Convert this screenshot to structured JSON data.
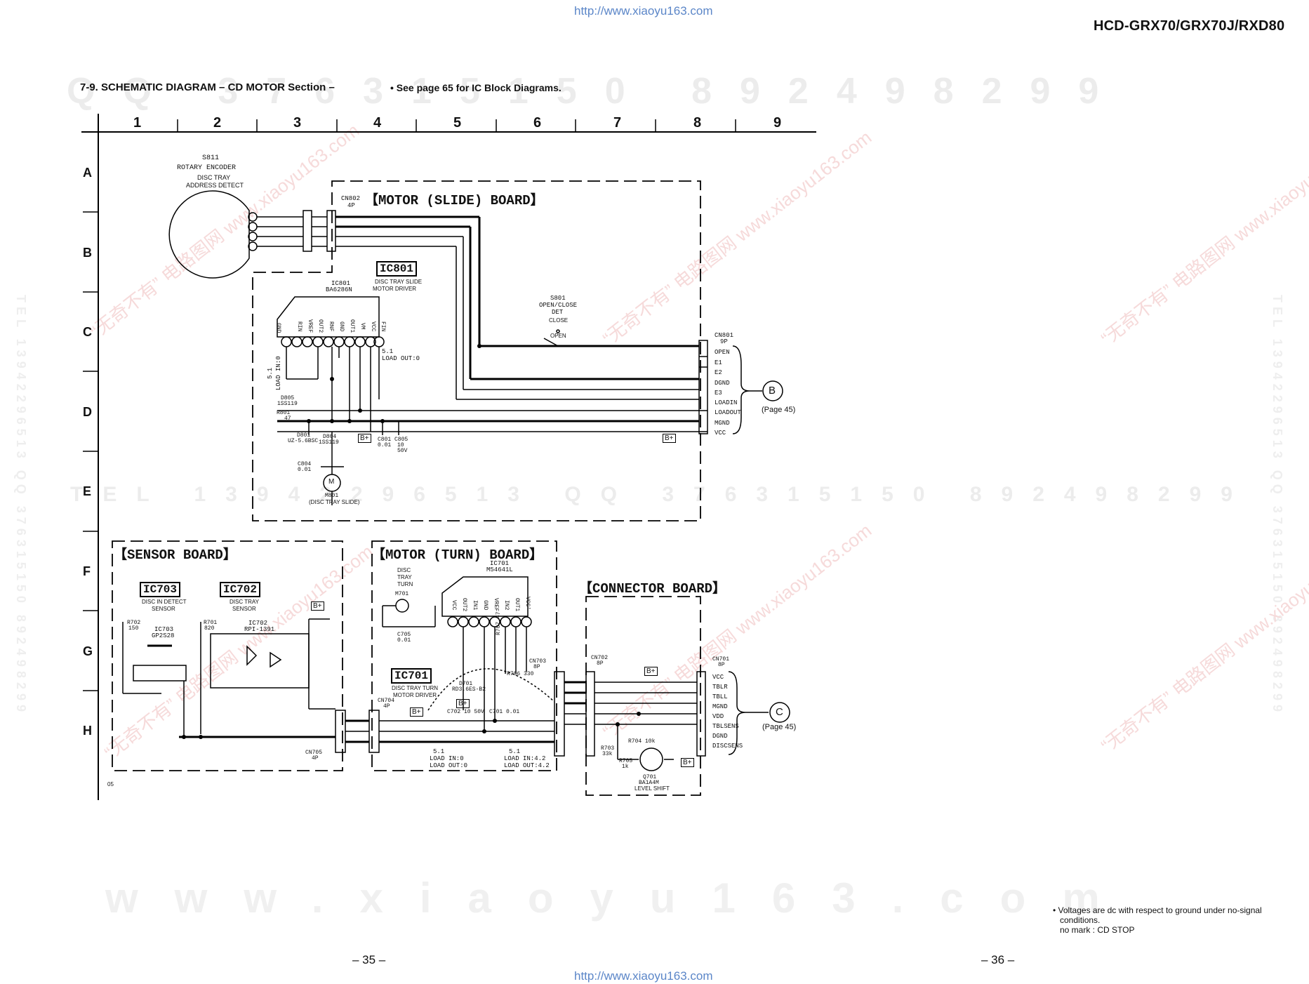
{
  "header": {
    "url_top": "http://www.xiaoyu163.com",
    "model": "HCD-GRX70/GRX70J/RXD80",
    "section_title": "7-9.   SCHEMATIC  DIAGRAM  – CD MOTOR Section –",
    "ic_note": "• See page 65 for IC Block Diagrams."
  },
  "grid": {
    "columns": [
      "1",
      "2",
      "3",
      "4",
      "5",
      "6",
      "7",
      "8",
      "9"
    ],
    "rows": [
      "A",
      "B",
      "C",
      "D",
      "E",
      "F",
      "G",
      "H"
    ]
  },
  "boards": {
    "motor_slide": "【MOTOR (SLIDE) BOARD】",
    "sensor": "【SENSOR  BOARD】",
    "motor_turn": "【MOTOR (TURN) BOARD】",
    "connector": "【CONNECTOR  BOARD】"
  },
  "components": {
    "s811": [
      "S811",
      "ROTARY ENCODER",
      "DISC TRAY",
      "ADDRESS DETECT"
    ],
    "ic801_box": "IC801",
    "ic801": [
      "DISC TRAY SLIDE",
      "MOTOR DRIVER",
      "IC801",
      "BA6286N"
    ],
    "ic801_pins": [
      "GND",
      "RIN",
      "VREF",
      "OUT2",
      "RNF",
      "GND",
      "OUT1",
      "VM",
      "VCC",
      "FIN"
    ],
    "cn802": [
      "CN802",
      "4P"
    ],
    "s801": [
      "S801",
      "OPEN/CLOSE",
      "DET",
      "CLOSE",
      "OPEN"
    ],
    "cn801": [
      "CN801",
      "9P"
    ],
    "cn801_pins": [
      "OPEN",
      "E1",
      "E2",
      "DGND",
      "E3",
      "LOADIN",
      "LOADOUT",
      "MGND",
      "VCC"
    ],
    "page_b": "(Page 45)",
    "page_c": "(Page 45)",
    "ref_b": "B",
    "ref_c": "C",
    "load1": [
      "5.1",
      "LOAD IN:0"
    ],
    "load2": [
      "5.1",
      "LOAD OUT:0"
    ],
    "d805": [
      "D805",
      "1SS119"
    ],
    "r801": [
      "R801",
      "47"
    ],
    "d801": [
      "D801",
      "UZ-5.6BSC"
    ],
    "d804": [
      "D804",
      "1SS119"
    ],
    "c801": [
      "C801",
      "0.01"
    ],
    "c805": [
      "C805",
      "10",
      "50V"
    ],
    "c804": [
      "C804",
      "0.01"
    ],
    "m801": [
      "M801",
      "(DISC TRAY SLIDE)"
    ],
    "ic703_box": "IC703",
    "ic703_label": [
      "DISC IN DETECT",
      "SENSOR"
    ],
    "ic702_box": "IC702",
    "ic702_label": [
      "DISC TRAY",
      "SENSOR"
    ],
    "r702": [
      "R702",
      "150"
    ],
    "ic703": [
      "IC703",
      "GP2S28"
    ],
    "r701": [
      "R701",
      "820"
    ],
    "ic702": [
      "IC702",
      "RPI-1391"
    ],
    "ic701_box": "IC701",
    "ic701_label": [
      "DISC TRAY TURN",
      "MOTOR DRIVER"
    ],
    "ic701": [
      "IC701",
      "M54641L"
    ],
    "ic701_pins": [
      "VCC",
      "OUT2",
      "IN1",
      "GND",
      "VREF",
      "IN2",
      "OUT1",
      "VCC'"
    ],
    "disc_tray_turn": [
      "DISC",
      "TRAY",
      "TURN"
    ],
    "m701": "M701",
    "c705": [
      "C705",
      "0.01"
    ],
    "r707": "R707 47",
    "r706": "R706 330",
    "d701": [
      "D701",
      "RD3.6ES-B2"
    ],
    "c702": "C702 10 50V",
    "c701": "C701 0.01",
    "cn703": [
      "CN703",
      "8P"
    ],
    "cn704": [
      "CN704",
      "4P"
    ],
    "cn705": [
      "CN705",
      "4P"
    ],
    "turn_load1": [
      "5.1",
      "LOAD IN:0",
      "LOAD OUT:0"
    ],
    "turn_load2": [
      "5.1",
      "LOAD IN:4.2",
      "LOAD OUT:4.2"
    ],
    "cn702": [
      "CN702",
      "8P"
    ],
    "cn701": [
      "CN701",
      "8P"
    ],
    "cn701_pins": [
      "VCC",
      "TBLR",
      "TBLL",
      "MGND",
      "VDD",
      "TBLSENS",
      "DGND",
      "DISCSENS"
    ],
    "r704": "R704 10k",
    "r703": [
      "R703",
      "33k"
    ],
    "r705": [
      "R705",
      "1k"
    ],
    "q701": [
      "Q701",
      "BA1A4M",
      "LEVEL SHIFT"
    ],
    "b_plus": "B+",
    "corner_code": "05"
  },
  "footer": {
    "note_lines": [
      "• Voltages are dc with respect to ground under no-signal",
      "conditions.",
      "no mark : CD STOP"
    ],
    "page_left": "– 35 –",
    "page_right": "– 36 –",
    "url_bottom": "http://www.xiaoyu163.com"
  },
  "watermarks": {
    "row1": "QQ 376315150   892498299",
    "row2": "TEL 13942296513   QQ 376315150   892498299",
    "row3": "www.xiaoyu163.com",
    "diag": "“无奇不有” 电路图网 www.xiaoyu163.com",
    "side_left": "TEL 13942296513  QQ 376315150 892498299",
    "side_right": "TEL 13942296513  QQ 376315150 892498299"
  }
}
